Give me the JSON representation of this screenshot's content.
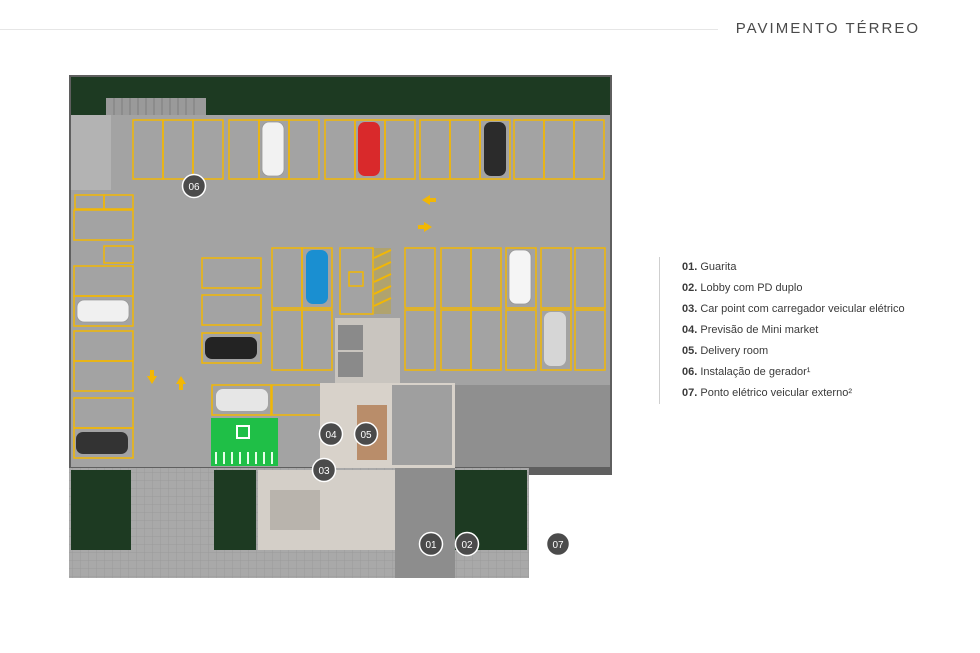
{
  "header": {
    "title": "PAVIMENTO TÉRREO"
  },
  "markers": [
    "01",
    "02",
    "03",
    "04",
    "05",
    "06",
    "07"
  ],
  "legend": [
    {
      "num": "01.",
      "text": "Guarita"
    },
    {
      "num": "02.",
      "text": "Lobby com PD duplo"
    },
    {
      "num": "03.",
      "text": "Car point com carregador veicular elétrico"
    },
    {
      "num": "04.",
      "text": "Previsão de Mini market"
    },
    {
      "num": "05.",
      "text": "Delivery room"
    },
    {
      "num": "06.",
      "text": "Instalação de gerador¹"
    },
    {
      "num": "07.",
      "text": "Ponto elétrico veicular externo²"
    }
  ],
  "colors": {
    "floor": "#a3a3a3",
    "wall": "#6b6b6b",
    "garden": "#1f3a22",
    "spot_line": "#f2b705",
    "marker": "#4b4b4b",
    "charger": "#22c55e",
    "sidewalk": "#a8a8a8"
  }
}
